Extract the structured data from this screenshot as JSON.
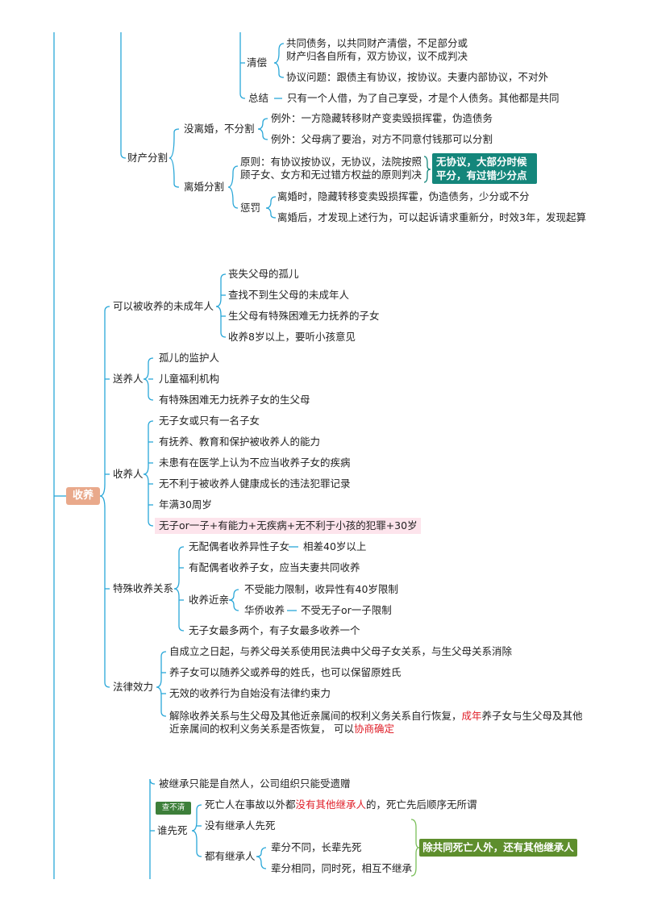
{
  "top": {
    "property": "财产分割",
    "qingchang": "清偿",
    "qc1a": "共同债务，以共同财产清偿，不足部分或",
    "qc1b": "财产归各自所有，双方协议，议不成判决",
    "qc2": "协议问题：跟债主有协议，按协议。夫妻内部协议，不对外",
    "summary_label": "总结",
    "summary": "只有一个人借，为了自己享受，才是个人债务。其他都是共同",
    "no_divorce": "没离婚，不分割",
    "ex1": "例外：一方隐藏转移财产变卖毁损挥霍，伪造债务",
    "ex2": "例外：父母病了要治，对方不同意付钱那可以分割",
    "divorce": "离婚分割",
    "principle_a": "原则：有协议按协议，无协议，法院按照",
    "principle_b": "顾子女、女方和无过错方权益的原则判决",
    "teal_note": "无协议，大部分时候平分，有过错少分点",
    "punish": "惩罚",
    "p1": "离婚时，隐藏转移变卖毁损挥霍，伪造债务，少分或不分",
    "p2": "离婚后，才发现上述行为，可以起诉请求重新分，时效3年，发现起算"
  },
  "adoption": {
    "root": "收养",
    "adoptable": "可以被收养的未成年人",
    "a1": "丧失父母的孤儿",
    "a2": "查找不到生父母的未成年人",
    "a3": "生父母有特殊困难无力抚养的子女",
    "a4": "收养8岁以上，要听小孩意见",
    "sender": "送养人",
    "s1": "孤儿的监护人",
    "s2": "儿童福利机构",
    "s3": "有特殊困难无力抚养子女的生父母",
    "adopter": "收养人",
    "r1": "无子女或只有一名子女",
    "r2": "有抚养、教育和保护被收养人的能力",
    "r3": "未患有在医学上认为不应当收养子女的疾病",
    "r4": "无不利于被收养人健康成长的违法犯罪记录",
    "r5": "年满30周岁",
    "r6": "无子or一子+有能力+无疾病+无不利于小孩的犯罪+30岁",
    "special": "特殊收养关系",
    "sp1": "无配偶者收养异性子女",
    "sp1b": "相差40岁以上",
    "sp2": "有配偶者收养子女，应当夫妻共同收养",
    "relatives": "收养近亲",
    "rel1": "不受能力限制，收异性有40岁限制",
    "rel2": "华侨收养",
    "rel2b": "不受无子or一子限制",
    "sp4": "无子女最多两个，有子女最多收养一个",
    "effect": "法律效力",
    "e1": "自成立之日起，与养父母关系使用民法典中父母子女关系，与生父母关系消除",
    "e2": "养子女可以随养父或养母的姓氏，也可以保留原姓氏",
    "e3": "无效的收养行为自始没有法律约束力",
    "e4a_1": "解除收养关系与生父母及其他近亲属间的权利义务关系自行恢复，",
    "e4a_red": "成年",
    "e4a_2": "养子女与生父母及其他",
    "e4b_1": "近亲属间的权利义务关系是否恢复，  可以",
    "e4b_red": "协商确定"
  },
  "inherit": {
    "i1": "被继承只能是自然人，公司组织只能受遗赠",
    "tag": "查不清",
    "who_first": "谁先死",
    "w1_1": "死亡人在事故以外都",
    "w1_red": "没有其他继承人",
    "w1_2": "的，死亡先后顺序无所谓",
    "w2": "没有继承人先死",
    "w3": "都有继承人",
    "w3a": "辈分不同，长辈先死",
    "w3b": "辈分相同，同时死，相互不继承",
    "green_note": "除共同死亡人外，还有其他继承人"
  },
  "colors": {
    "line_blue": "#2aa7d8",
    "line_green": "#7bbf5a",
    "root_fill": "#e9a98b",
    "teal": "#14867b",
    "olive": "#5e8e2d"
  }
}
